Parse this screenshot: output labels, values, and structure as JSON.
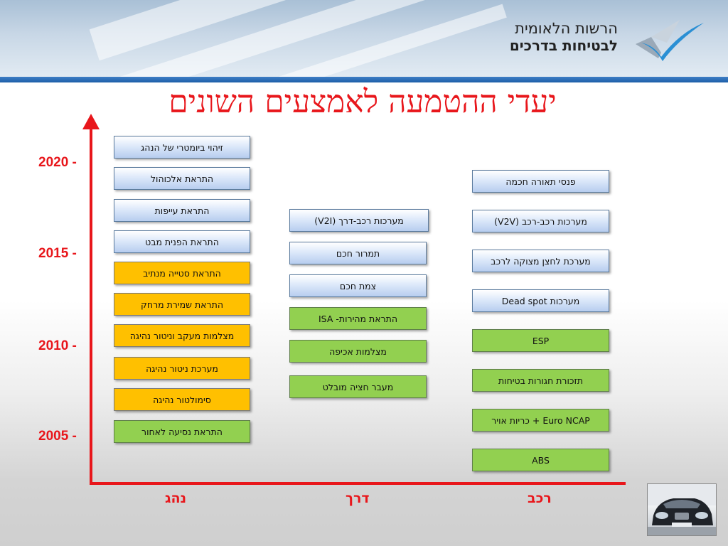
{
  "header": {
    "org_line1": "הרשות הלאומית",
    "org_line2": "לבטיחות בדרכים",
    "logo_icon": "checkmark-logo-icon",
    "accent_color": "#1e5fa8"
  },
  "title": "יעדי ההטמעה לאמצעים השונים",
  "colors": {
    "title_red": "#e8161b",
    "blue_box": "#c6d9f1",
    "orange_box": "#ffc000",
    "green_box": "#92d050"
  },
  "years": [
    "2020 -",
    "2015 -",
    "2010 -",
    "2005 -"
  ],
  "columns": {
    "driver": {
      "label": "נהג",
      "boxes": [
        {
          "text": "זיהוי ביומטרי של הנהג",
          "color": "blue"
        },
        {
          "text": "התראת אלכוהול",
          "color": "blue"
        },
        {
          "text": "התראת עייפות",
          "color": "blue"
        },
        {
          "text": "התראת הפנית מבט",
          "color": "blue"
        },
        {
          "text": "התראת סטייה מנתיב",
          "color": "orange"
        },
        {
          "text": "התראת שמירת מרחק",
          "color": "orange"
        },
        {
          "text": "מצלמות מעקב וניטור נהיגה",
          "color": "orange"
        },
        {
          "text": "מערכת ניטור נהיגה",
          "color": "orange"
        },
        {
          "text": "סימולטור נהיגה",
          "color": "orange"
        },
        {
          "text": "התראת נסיעה לאחור",
          "color": "green"
        }
      ]
    },
    "road": {
      "label": "דרך",
      "boxes": [
        {
          "text": "מערכות רכב-דרך (V2I)",
          "color": "blue"
        },
        {
          "text": "תמרור חכם",
          "color": "blue"
        },
        {
          "text": "צמת חכם",
          "color": "blue"
        },
        {
          "text": "התראת מהירות- ISA",
          "color": "green"
        },
        {
          "text": "מצלמות אכיפה",
          "color": "green"
        },
        {
          "text": "מעבר חציה מובלט",
          "color": "green"
        }
      ]
    },
    "vehicle": {
      "label": "רכב",
      "boxes": [
        {
          "text": "פנסי תאורה  חכמה",
          "color": "blue"
        },
        {
          "text": "מערכות רכב-רכב  (V2V)",
          "color": "blue"
        },
        {
          "text": "מערכת לחצן מצוקה לרכב",
          "color": "blue"
        },
        {
          "text": "מערכות Dead spot",
          "color": "blue"
        },
        {
          "text": "ESP",
          "color": "green"
        },
        {
          "text": "תזכורת חגורות בטיחות",
          "color": "green"
        },
        {
          "text": "Euro NCAP + כריות אויר",
          "color": "green"
        },
        {
          "text": "ABS",
          "color": "green"
        }
      ]
    }
  },
  "photo_icon": "car-photo-icon"
}
